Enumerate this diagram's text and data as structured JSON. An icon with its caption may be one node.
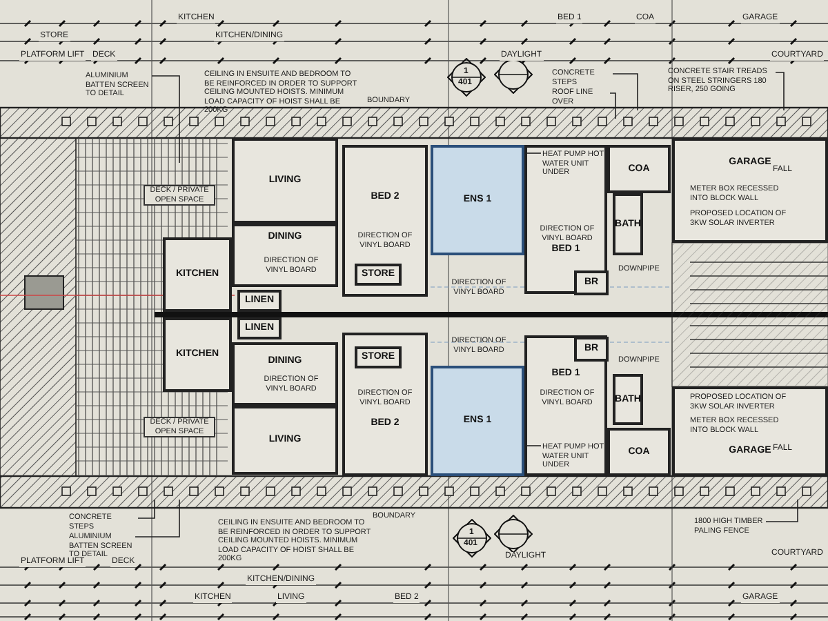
{
  "diagram": {
    "nodes": [
      {
        "text": [
          "ALUMINIUM BATTEN SCREEN TO DETAIL"
        ]
      },
      {
        "text": [
          "CONCRETE STEPS"
        ]
      },
      {
        "text": [
          "ROOF LINE OVER"
        ]
      },
      {
        "text": [
          "CONCRETE STAIR TREADS ON STEEL STRINGERS 180 RISER, 250 GOING"
        ]
      },
      {
        "text": [
          "LIVING"
        ]
      },
      {
        "text": [
          "DINING"
        ]
      },
      {
        "text": [
          "KITCHEN"
        ]
      },
      {
        "text": [
          "LINEN"
        ]
      },
      {
        "text": [
          "BED 2"
        ]
      },
      {
        "text": [
          "STORE"
        ],
        "in": 8
      },
      {
        "text": [
          "ENS 1"
        ]
      },
      {
        "text": [
          "BED 1"
        ]
      },
      {
        "text": [
          "BR"
        ],
        "in": 11
      },
      {
        "text": [
          "BATH"
        ]
      },
      {
        "text": [
          "COA"
        ]
      },
      {
        "text": [
          "GARAGE"
        ]
      },
      {
        "text": [
          "HEAT PUMP HOT WATER UNIT UNDER"
        ],
        "in": 11
      },
      {
        "text": [
          "KITCHEN"
        ]
      },
      {
        "text": [
          "LINEN"
        ]
      },
      {
        "text": [
          "DINING"
        ]
      },
      {
        "text": [
          "LIVING"
        ]
      },
      {
        "text": [
          "BED 2"
        ]
      },
      {
        "text": [
          "STORE"
        ],
        "in": 21
      },
      {
        "text": [
          "BED 1"
        ]
      },
      {
        "text": [
          "BR"
        ],
        "in": 23
      },
      {
        "text": [
          "BATH"
        ]
      },
      {
        "text": [
          "ENS 1"
        ]
      },
      {
        "text": [
          "HEAT PUMP HOT WATER UNIT UNDER"
        ],
        "in": 23
      },
      {
        "text": [
          "COA"
        ]
      },
      {
        "text": [
          "GARAGE"
        ]
      },
      {
        "text": [
          "ALUMINIUM BATTEN SCREEN TO DETAIL"
        ]
      },
      {
        "text": [
          "CONCRETE STEPS"
        ]
      },
      {
        "text": [
          "1800 HIGH TIMBER PALING FENCE"
        ]
      }
    ],
    "edges": [
      {
        "from": 0,
        "to": null,
        "arrow": "none"
      },
      {
        "from": 1,
        "to": null,
        "arrow": "none"
      },
      {
        "from": 2,
        "to": null,
        "arrow": "none"
      },
      {
        "from": 3,
        "to": null,
        "arrow": "none"
      },
      {
        "from": 16,
        "to": 10,
        "arrow": "none"
      },
      {
        "from": 27,
        "to": 26,
        "arrow": "none"
      },
      {
        "from": 30,
        "to": null,
        "arrow": "none"
      },
      {
        "from": 31,
        "to": null,
        "arrow": "none"
      },
      {
        "from": 32,
        "to": null,
        "arrow": "none"
      }
    ],
    "labels": [
      "KITCHEN",
      "BED 1",
      "COA",
      "GARAGE",
      "STORE",
      "KITCHEN/DINING",
      "PLATFORM LIFT",
      "DECK",
      "DAYLIGHT",
      "COURTYARD",
      "1",
      "401",
      "CEILING IN ENSUITE AND BEDROOM TO BE REINFORCED IN ORDER TO SUPPORT CEILING MOUNTED HOISTS. MINIMUM LOAD CAPACITY OF HOIST SHALL BE 200KG",
      "BOUNDARY",
      "DECK / PRIVATE OPEN SPACE",
      "DIRECTION OF VINYL BOARD",
      "DIRECTION OF VINYL BOARD",
      "DOWNPIPE",
      "FALL",
      "METER BOX RECESSED INTO BLOCK WALL",
      "PROPOSED LOCATION OF 3KW SOLAR INVERTER",
      "DIRECTION OF VINYL BOARD",
      "DIRECTION OF VINYL BOARD",
      "DIRECTION OF VINYL BOARD",
      "PROPOSED LOCATION OF 3KW SOLAR INVERTER",
      "METER BOX RECESSED INTO BLOCK WALL",
      "FALL",
      "DOWNPIPE",
      "DIRECTION OF VINYL BOARD",
      "DIRECTION OF VINYL BOARD",
      "DIRECTION OF VINYL BOARD",
      "DECK / PRIVATE OPEN SPACE",
      "BOUNDARY",
      "CEILING IN ENSUITE AND BEDROOM TO BE REINFORCED IN ORDER TO SUPPORT CEILING MOUNTED HOISTS. MINIMUM LOAD CAPACITY OF HOIST SHALL BE 200KG",
      "1",
      "401",
      "DAYLIGHT",
      "COURTYARD",
      "PLATFORM LIFT",
      "DECK",
      "KITCHEN/DINING",
      "KITCHEN",
      "LIVING",
      "BED 2",
      "GARAGE"
    ]
  }
}
